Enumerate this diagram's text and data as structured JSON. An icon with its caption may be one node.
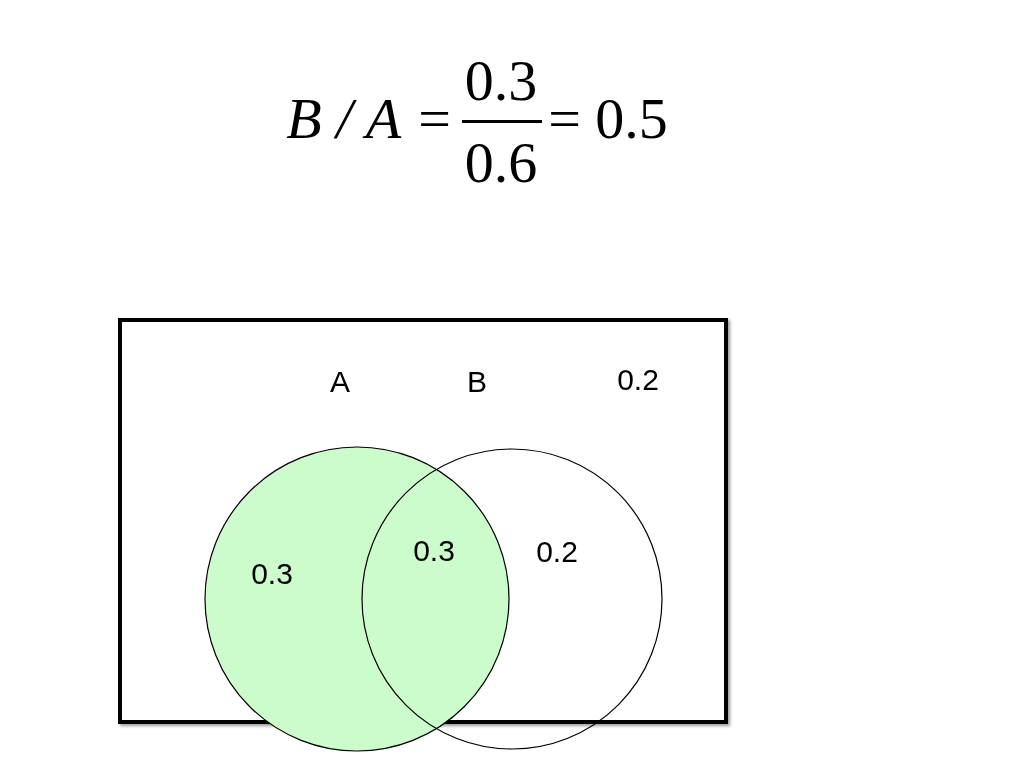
{
  "diagram": {
    "nodes": [
      {
        "text": [
          "0.2"
        ]
      },
      {
        "text": [
          "A",
          "0.3"
        ],
        "in": 0
      },
      {
        "text": [
          "B",
          "0.2"
        ],
        "in": 0
      }
    ],
    "edges": [],
    "labels": [
      "B / A =",
      "0.3",
      "0.6",
      "= 0.5",
      "0.3"
    ]
  }
}
